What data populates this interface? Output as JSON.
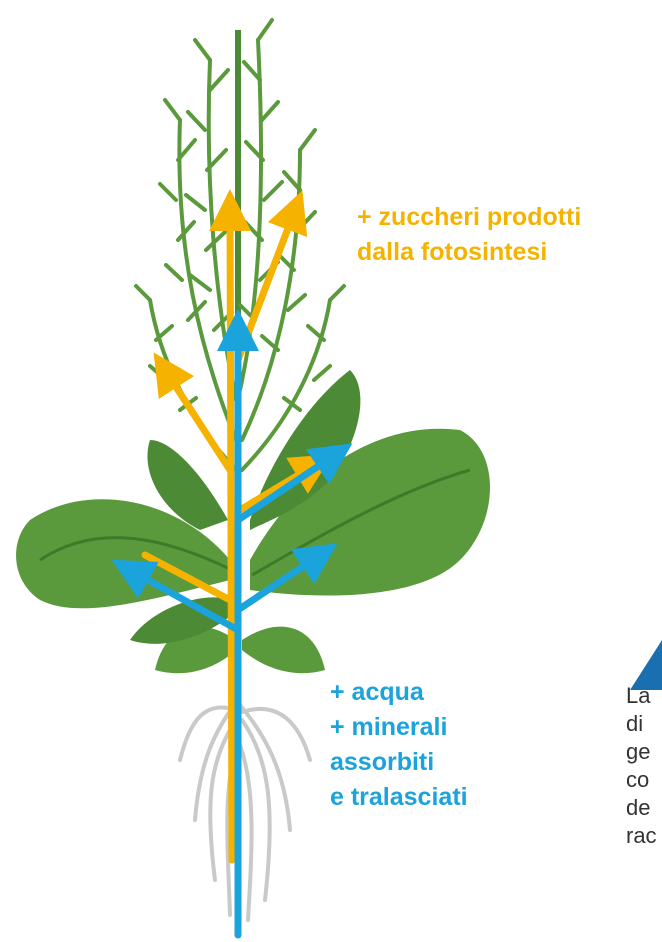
{
  "labels": {
    "sugars": [
      "+ zuccheri prodotti",
      "dalla fotosintesi"
    ],
    "water": [
      "+ acqua",
      "+ minerali",
      "assorbiti",
      "e tralasciati"
    ]
  },
  "side_text": [
    "La",
    "di",
    "ge",
    "co",
    "de",
    "rac"
  ],
  "colors": {
    "sugar_arrow": "#f5b300",
    "water_arrow": "#1ba3dc",
    "leaf": "#5a9a3c",
    "leaf_dark": "#3f7a2a",
    "stem": "#4d8a35",
    "root": "#c9c9c9",
    "triangle": "#1a6fb0"
  }
}
